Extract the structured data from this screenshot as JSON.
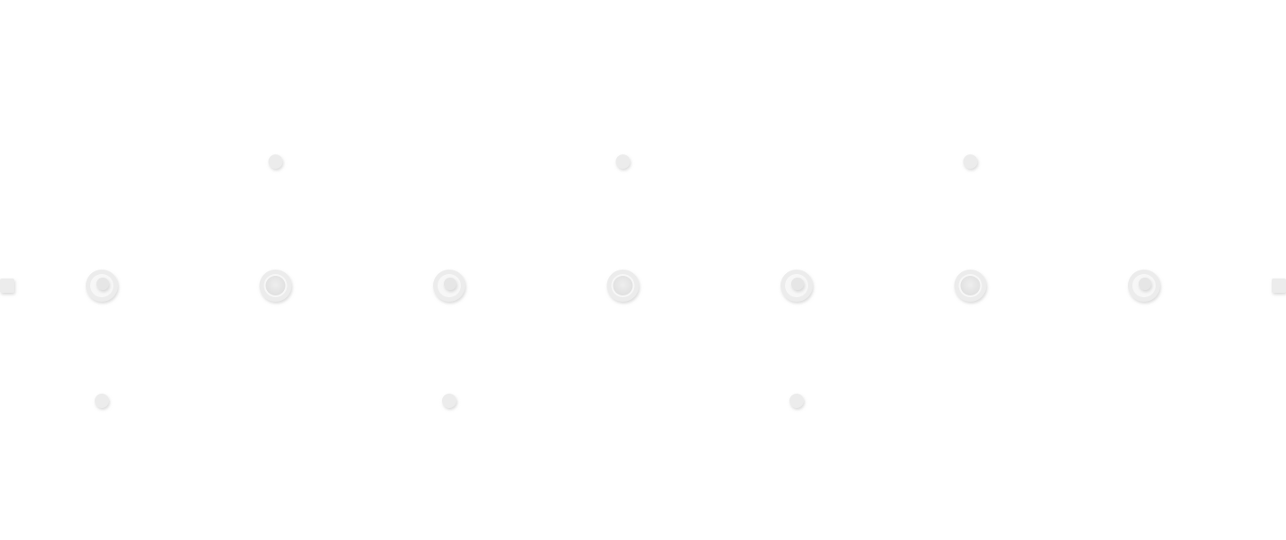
{
  "timeline": {
    "colors": {
      "line": "#ececec",
      "ring_outer": "#ececec",
      "ring_inner": "#f7f7f7",
      "ring_core": "#e6e6e6",
      "shadow": "#cfcfcf",
      "background": "#ffffff"
    },
    "nodes": [
      {
        "id": 1,
        "branch": "down",
        "core": "dot"
      },
      {
        "id": 2,
        "branch": "up",
        "core": "disc"
      },
      {
        "id": 3,
        "branch": "down",
        "core": "dot"
      },
      {
        "id": 4,
        "branch": "up",
        "core": "disc"
      },
      {
        "id": 5,
        "branch": "down",
        "core": "dot"
      },
      {
        "id": 6,
        "branch": "up",
        "core": "disc"
      },
      {
        "id": 7,
        "branch": "none",
        "core": "dot"
      }
    ]
  }
}
